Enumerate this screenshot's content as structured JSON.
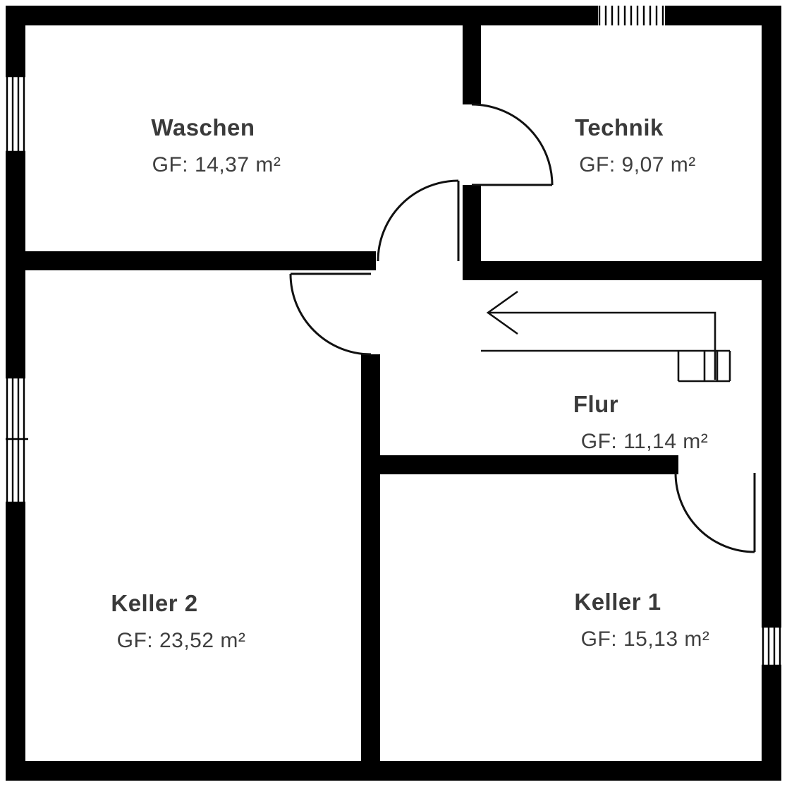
{
  "plan": {
    "type": "basement-floor-plan",
    "colors": {
      "wall": "#000000",
      "line": "#111111",
      "text": "#3a3a3a",
      "background": "#ffffff"
    },
    "rooms": [
      {
        "id": "waschen",
        "name": "Waschen",
        "area": "GF: 14,37 m²"
      },
      {
        "id": "technik",
        "name": "Technik",
        "area": "GF: 9,07 m²"
      },
      {
        "id": "flur",
        "name": "Flur",
        "area": "GF: 11,14 m²"
      },
      {
        "id": "keller2",
        "name": "Keller 2",
        "area": "GF: 23,52 m²"
      },
      {
        "id": "keller1",
        "name": "Keller 1",
        "area": "GF: 15,13 m²"
      }
    ]
  }
}
